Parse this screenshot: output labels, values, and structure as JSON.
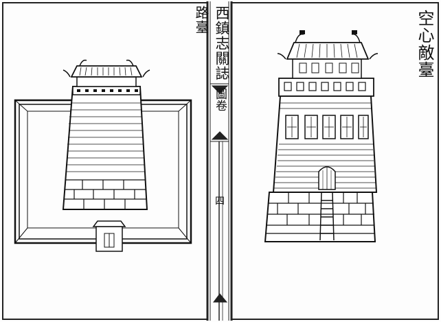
{
  "book": {
    "left_title": "路臺",
    "right_title": "空心敵臺",
    "gutter_title": "西鎮志關誌",
    "gutter_juan": "圖卷",
    "gutter_page": "四"
  }
}
